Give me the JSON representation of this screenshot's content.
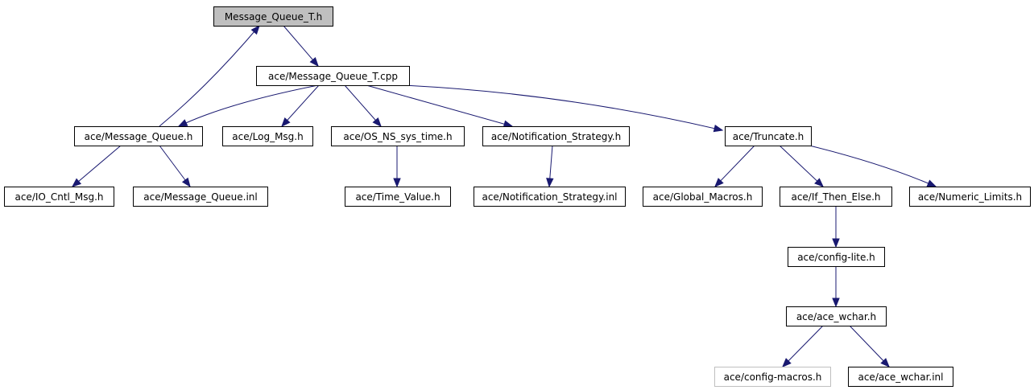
{
  "graph": {
    "colors": {
      "root_fill": "#bfbfbf",
      "node_fill": "#ffffff",
      "node_border": "#000000",
      "faded_border": "#bfbfbf",
      "edge": "#191970"
    },
    "nodes": [
      {
        "id": "n0",
        "label": "Message_Queue_T.h",
        "style": "root"
      },
      {
        "id": "n1",
        "label": "ace/Message_Queue_T.cpp",
        "style": "normal"
      },
      {
        "id": "n2",
        "label": "ace/Message_Queue.h",
        "style": "normal"
      },
      {
        "id": "n3",
        "label": "ace/Log_Msg.h",
        "style": "normal"
      },
      {
        "id": "n4",
        "label": "ace/OS_NS_sys_time.h",
        "style": "normal"
      },
      {
        "id": "n5",
        "label": "ace/Notification_Strategy.h",
        "style": "normal"
      },
      {
        "id": "n6",
        "label": "ace/Truncate.h",
        "style": "normal"
      },
      {
        "id": "n7",
        "label": "ace/IO_Cntl_Msg.h",
        "style": "normal"
      },
      {
        "id": "n8",
        "label": "ace/Message_Queue.inl",
        "style": "normal"
      },
      {
        "id": "n9",
        "label": "ace/Time_Value.h",
        "style": "normal"
      },
      {
        "id": "n10",
        "label": "ace/Notification_Strategy.inl",
        "style": "normal"
      },
      {
        "id": "n11",
        "label": "ace/Global_Macros.h",
        "style": "normal"
      },
      {
        "id": "n12",
        "label": "ace/If_Then_Else.h",
        "style": "normal"
      },
      {
        "id": "n13",
        "label": "ace/Numeric_Limits.h",
        "style": "normal"
      },
      {
        "id": "n14",
        "label": "ace/config-lite.h",
        "style": "normal"
      },
      {
        "id": "n15",
        "label": "ace/ace_wchar.h",
        "style": "normal"
      },
      {
        "id": "n16",
        "label": "ace/config-macros.h",
        "style": "faded"
      },
      {
        "id": "n17",
        "label": "ace/ace_wchar.inl",
        "style": "normal"
      }
    ],
    "edges": [
      {
        "from": "n0",
        "to": "n1"
      },
      {
        "from": "n2",
        "to": "n0"
      },
      {
        "from": "n1",
        "to": "n2"
      },
      {
        "from": "n1",
        "to": "n3"
      },
      {
        "from": "n1",
        "to": "n4"
      },
      {
        "from": "n1",
        "to": "n5"
      },
      {
        "from": "n1",
        "to": "n6"
      },
      {
        "from": "n2",
        "to": "n7"
      },
      {
        "from": "n2",
        "to": "n8"
      },
      {
        "from": "n4",
        "to": "n9"
      },
      {
        "from": "n5",
        "to": "n10"
      },
      {
        "from": "n6",
        "to": "n11"
      },
      {
        "from": "n6",
        "to": "n12"
      },
      {
        "from": "n6",
        "to": "n13"
      },
      {
        "from": "n12",
        "to": "n14"
      },
      {
        "from": "n14",
        "to": "n15"
      },
      {
        "from": "n15",
        "to": "n16"
      },
      {
        "from": "n15",
        "to": "n17"
      }
    ]
  }
}
